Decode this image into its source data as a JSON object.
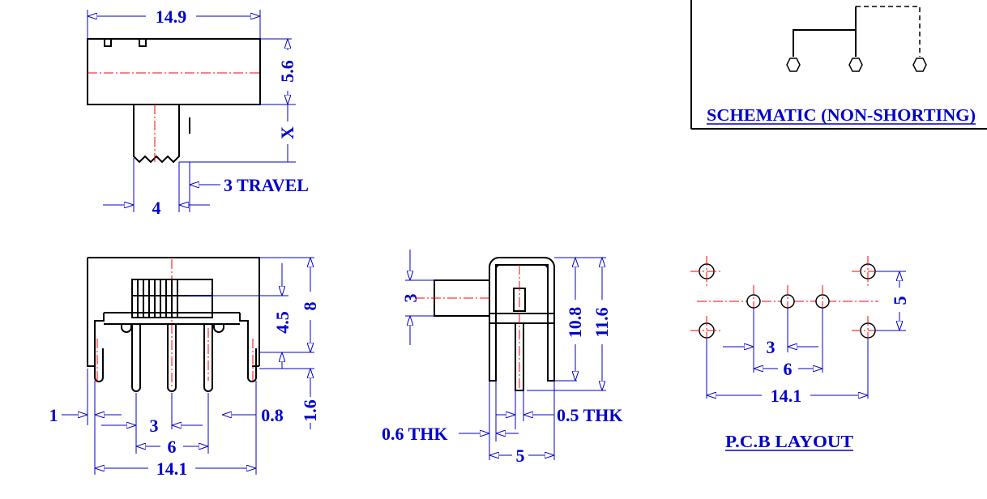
{
  "top_view": {
    "width_dim": "14.9",
    "height_dim": "5.6",
    "actuator_dim": "X",
    "travel": "3 TRAVEL",
    "actuator_width": "4"
  },
  "schematic": {
    "title": "SCHEMATIC (NON-SHORTING)"
  },
  "front_view": {
    "height_dim": "8",
    "body_dim": "4.5",
    "lead_len_dim": "1.6",
    "tab_offset_dim": "1",
    "lead_width_dim": "0.8",
    "pitch_dim": "3",
    "span_dim": "6",
    "overall_dim": "14.1"
  },
  "side_view": {
    "actuator_dim": "3",
    "height_inner_dim": "10.8",
    "height_outer_dim": "11.6",
    "frame_thk": "0.6 THK",
    "lead_thk": "0.5 THK",
    "depth_dim": "5"
  },
  "pcb_layout": {
    "title": "P.C.B LAYOUT",
    "row_dim": "5",
    "pitch_dim": "3",
    "span_dim": "6",
    "overall_dim": "14.1"
  },
  "colors": {
    "outline": "#000000",
    "dimension": "#0000cc",
    "centerline": "#ff0000"
  }
}
